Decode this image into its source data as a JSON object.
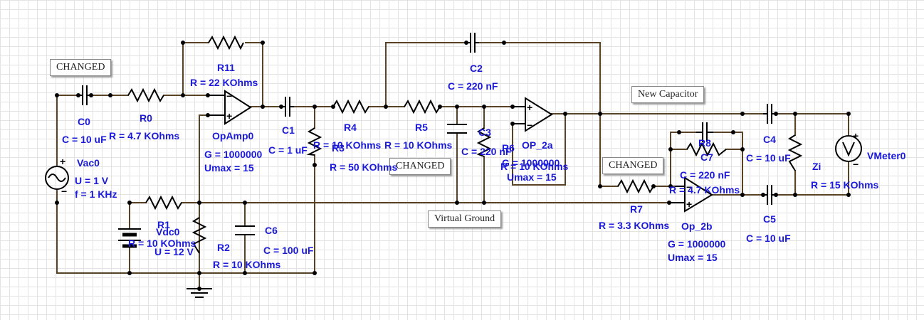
{
  "notes": {
    "changed_1": "CHANGED",
    "changed_2": "CHANGED",
    "changed_3": "CHANGED",
    "new_capacitor": "New Capacitor",
    "virtual_ground": "Virtual Ground"
  },
  "components": {
    "C0": {
      "name": "C0",
      "value": "C = 10 uF"
    },
    "R0": {
      "name": "R0",
      "value": "R = 4.7 KOhms"
    },
    "R11": {
      "name": "R11",
      "value": "R = 22 KOhms"
    },
    "OpAmp0": {
      "name": "OpAmp0",
      "gain": "G = 1000000",
      "umax": "Umax = 15"
    },
    "C1": {
      "name": "C1",
      "value": "C = 1 uF"
    },
    "R3": {
      "name": "R3",
      "value": "R = 50 KOhms"
    },
    "R4": {
      "name": "R4",
      "value": "R = 10 KOhms"
    },
    "R5": {
      "name": "R5",
      "value": "R = 10 KOhms"
    },
    "C2": {
      "name": "C2",
      "value": "C = 220 nF"
    },
    "C3": {
      "name": "C3",
      "value": "C = 220 nF"
    },
    "R6": {
      "name": "R6",
      "value": "R = 10 KOhms"
    },
    "OP_2a": {
      "name": "OP_2a",
      "gain": "G = 1000000",
      "umax": "Umax = 15"
    },
    "Vac0": {
      "name": "Vac0",
      "voltage": "U = 1 V",
      "freq": "f = 1 KHz"
    },
    "R1": {
      "name": "R1",
      "value": "R = 10 KOhms"
    },
    "Vdc0": {
      "name": "Vdc0",
      "voltage": "U = 12 V"
    },
    "R2": {
      "name": "R2",
      "value": "R = 10 KOhms"
    },
    "C6": {
      "name": "C6",
      "value": "C = 100 uF"
    },
    "C7": {
      "name": "C7",
      "value": "C = 220 nF"
    },
    "R8": {
      "name": "R8",
      "value": "R = 4.7 KOhms"
    },
    "R7": {
      "name": "R7",
      "value": "R = 3.3 KOhms"
    },
    "Op_2b": {
      "name": "Op_2b",
      "gain": "G = 1000000",
      "umax": "Umax = 15"
    },
    "C4": {
      "name": "C4",
      "value": "C = 10 uF"
    },
    "C5": {
      "name": "C5",
      "value": "C = 10 uF"
    },
    "Zi": {
      "name": "Zi",
      "value": "R = 15 KOhms"
    },
    "VMeter0": {
      "name": "VMeter0"
    }
  },
  "colors": {
    "wire": "#5a4324",
    "label": "#1a1ad8",
    "grid": "#e3e3e3"
  },
  "icons": [
    "opamp-icon",
    "resistor-icon",
    "capacitor-icon",
    "ac-source-icon",
    "battery-icon",
    "voltmeter-icon",
    "ground-icon"
  ]
}
